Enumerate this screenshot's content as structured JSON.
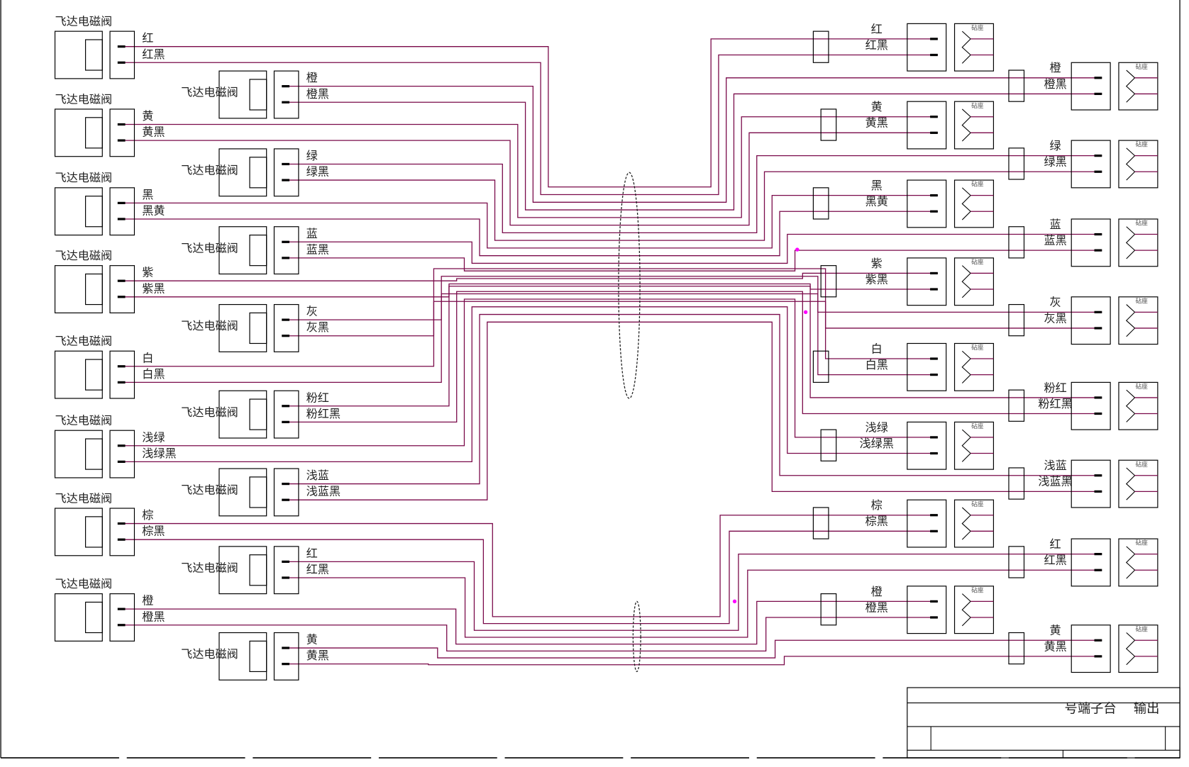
{
  "colors": {
    "wire": "#7a0a4a",
    "junction": "#ff00ff",
    "line": "#000000"
  },
  "valve_label": "飞达电磁阀",
  "socket_label": "砧座",
  "left_valves": [
    {
      "name": "飞达电磁阀",
      "wire_a": "红",
      "wire_b": "红黑"
    },
    {
      "name": "飞达电磁阀",
      "wire_a": "黄",
      "wire_b": "黄黑"
    },
    {
      "name": "飞达电磁阀",
      "wire_a": "黑",
      "wire_b": "黑黄"
    },
    {
      "name": "飞达电磁阀",
      "wire_a": "紫",
      "wire_b": "紫黑"
    },
    {
      "name": "飞达电磁阀",
      "wire_a": "白",
      "wire_b": "白黑"
    },
    {
      "name": "飞达电磁阀",
      "wire_a": "浅绿",
      "wire_b": "浅绿黑"
    },
    {
      "name": "飞达电磁阀",
      "wire_a": "棕",
      "wire_b": "棕黑"
    },
    {
      "name": "飞达电磁阀",
      "wire_a": "橙",
      "wire_b": "橙黑"
    }
  ],
  "mid_valves": [
    {
      "name": "飞达电磁阀",
      "wire_a": "橙",
      "wire_b": "橙黑"
    },
    {
      "name": "飞达电磁阀",
      "wire_a": "绿",
      "wire_b": "绿黑"
    },
    {
      "name": "飞达电磁阀",
      "wire_a": "蓝",
      "wire_b": "蓝黑"
    },
    {
      "name": "飞达电磁阀",
      "wire_a": "灰",
      "wire_b": "灰黑"
    },
    {
      "name": "飞达电磁阀",
      "wire_a": "粉红",
      "wire_b": "粉红黑"
    },
    {
      "name": "飞达电磁阀",
      "wire_a": "浅蓝",
      "wire_b": "浅蓝黑"
    },
    {
      "name": "飞达电磁阀",
      "wire_a": "红",
      "wire_b": "红黑"
    },
    {
      "name": "飞达电磁阀",
      "wire_a": "黄",
      "wire_b": "黄黑"
    }
  ],
  "right_inner": [
    {
      "wire_a": "红",
      "wire_b": "红黑",
      "socket": "砧座"
    },
    {
      "wire_a": "黄",
      "wire_b": "黄黑",
      "socket": "砧座"
    },
    {
      "wire_a": "黑",
      "wire_b": "黑黄",
      "socket": "砧座"
    },
    {
      "wire_a": "紫",
      "wire_b": "紫黑",
      "socket": "砧座"
    },
    {
      "wire_a": "白",
      "wire_b": "白黑",
      "socket": "砧座"
    },
    {
      "wire_a": "浅绿",
      "wire_b": "浅绿黑",
      "socket": "砧座"
    },
    {
      "wire_a": "棕",
      "wire_b": "棕黑",
      "socket": "砧座"
    },
    {
      "wire_a": "橙",
      "wire_b": "橙黑",
      "socket": "砧座"
    }
  ],
  "right_outer": [
    {
      "wire_a": "橙",
      "wire_b": "橙黑",
      "socket": "砧座"
    },
    {
      "wire_a": "绿",
      "wire_b": "绿黑",
      "socket": "砧座"
    },
    {
      "wire_a": "蓝",
      "wire_b": "蓝黑",
      "socket": "砧座"
    },
    {
      "wire_a": "灰",
      "wire_b": "灰黑",
      "socket": "砧座"
    },
    {
      "wire_a": "粉红",
      "wire_b": "粉红黑",
      "socket": "砧座"
    },
    {
      "wire_a": "浅蓝",
      "wire_b": "浅蓝黑",
      "socket": "砧座"
    },
    {
      "wire_a": "红",
      "wire_b": "红黑",
      "socket": "砧座"
    },
    {
      "wire_a": "黄",
      "wire_b": "黄黑",
      "socket": "砧座"
    }
  ],
  "title_block": {
    "title": "号端子台　 输出"
  }
}
